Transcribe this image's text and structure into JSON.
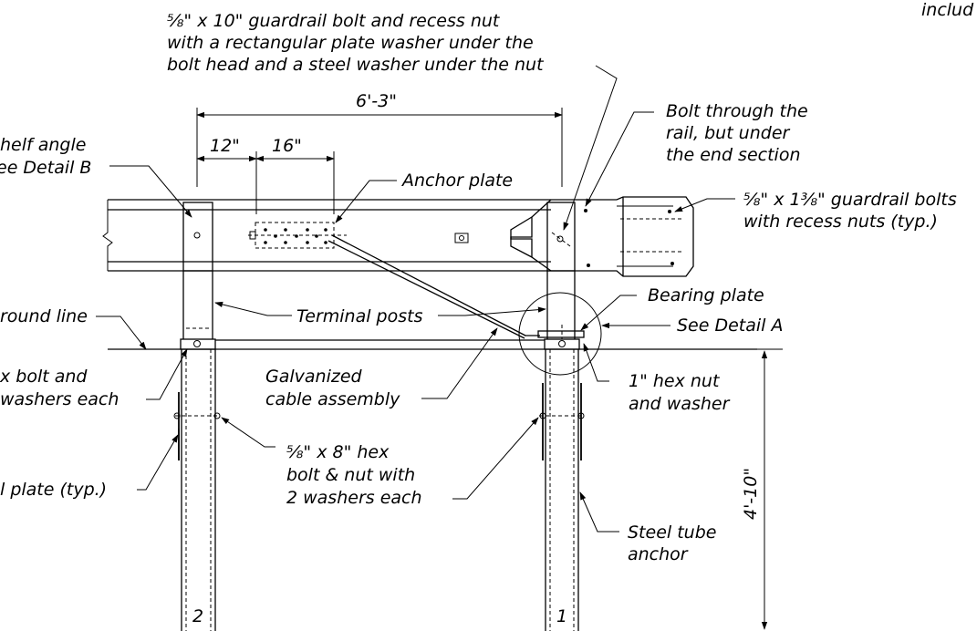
{
  "labels": {
    "top_bolt_l1": "⅝\" x 10\" guardrail bolt and recess nut",
    "top_bolt_l2": "with a rectangular plate washer under the",
    "top_bolt_l3": "bolt head and a steel washer under the nut",
    "top_right_cut": "includ",
    "dim_span": "6'-3\"",
    "dim_12": "12\"",
    "dim_16": "16\"",
    "shelf_l1": "helf angle",
    "shelf_l2": "ee Detail B",
    "anchor_plate": "Anchor plate",
    "bolt_through_l1": "Bolt through the",
    "bolt_through_l2": "rail, but under",
    "bolt_through_l3": "the end section",
    "gr_bolts_l1": "⅝\" x 1⅜\" guardrail bolts",
    "gr_bolts_l2": "with recess nuts (typ.)",
    "ground_line": "round line",
    "terminal_posts": "Terminal posts",
    "bearing_plate": "Bearing plate",
    "see_detail_a": "See Detail A",
    "hex_bolt_l1": "x bolt and",
    "hex_bolt_l2": "washers each",
    "galv_l1": "Galvanized",
    "galv_l2": "cable assembly",
    "hex_nut_l1": "1\" hex nut",
    "hex_nut_l2": "and washer",
    "hex8_l1": "⅝\" x 8\" hex",
    "hex8_l2": "bolt & nut with",
    "hex8_l3": "2 washers each",
    "plate_typ": "l plate (typ.)",
    "steel_tube_l1": "Steel tube",
    "steel_tube_l2": "anchor",
    "dim_depth": "4'-10\"",
    "post_2": "2",
    "post_1": "1"
  }
}
